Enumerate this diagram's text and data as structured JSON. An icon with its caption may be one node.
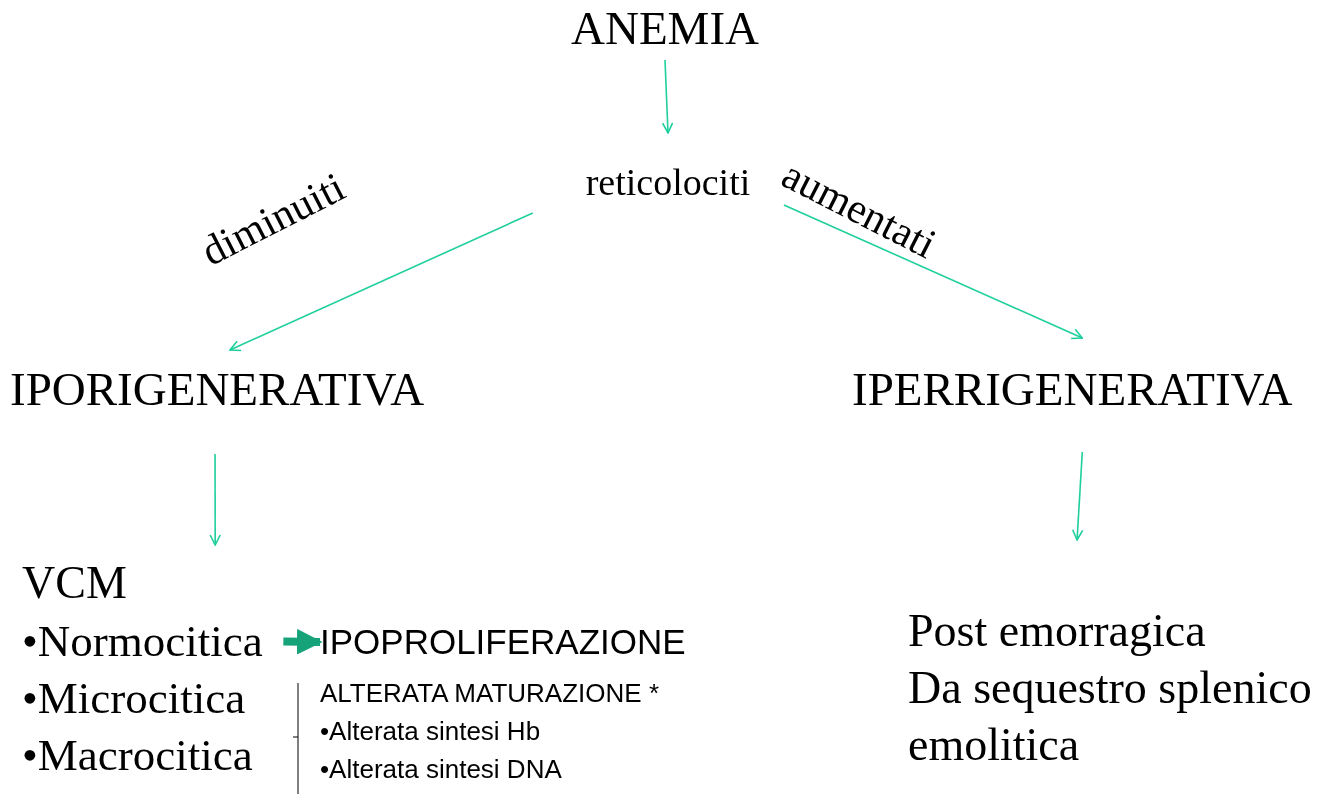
{
  "diagram": {
    "nodes": [
      {
        "text": [
          "ANEMIA"
        ]
      },
      {
        "text": [
          "reticolociti"
        ]
      },
      {
        "text": [
          "IPORIGENERATIVA"
        ]
      },
      {
        "text": [
          "IPERRIGENERATIVA"
        ]
      },
      {
        "text": [
          "VCM"
        ]
      },
      {
        "text": [
          "•Normocitica"
        ],
        "in": 4
      },
      {
        "text": [
          "•Microcitica"
        ],
        "in": 4
      },
      {
        "text": [
          "•Macrocitica"
        ],
        "in": 4
      },
      {
        "text": [
          "IPOPROLIFERAZIONE"
        ]
      },
      {
        "text": [
          "ALTERATA MATURAZIONE *",
          "•Alterata sintesi Hb",
          "•Alterata sintesi DNA"
        ]
      },
      {
        "text": [
          "Post emorragica",
          "Da sequestro splenico",
          "emolitica"
        ]
      }
    ],
    "edges": [
      {
        "from": 0,
        "to": 1,
        "arrow": "to"
      },
      {
        "from": 1,
        "to": 2,
        "arrow": "to",
        "label": "diminuiti"
      },
      {
        "from": 1,
        "to": 3,
        "arrow": "to",
        "label": "aumentati"
      },
      {
        "from": 2,
        "to": 4,
        "arrow": "to"
      },
      {
        "from": 3,
        "to": 10,
        "arrow": "to"
      },
      {
        "from": 5,
        "to": 8,
        "arrow": "to",
        "style": "thick",
        "color": "#16a37a"
      }
    ]
  }
}
